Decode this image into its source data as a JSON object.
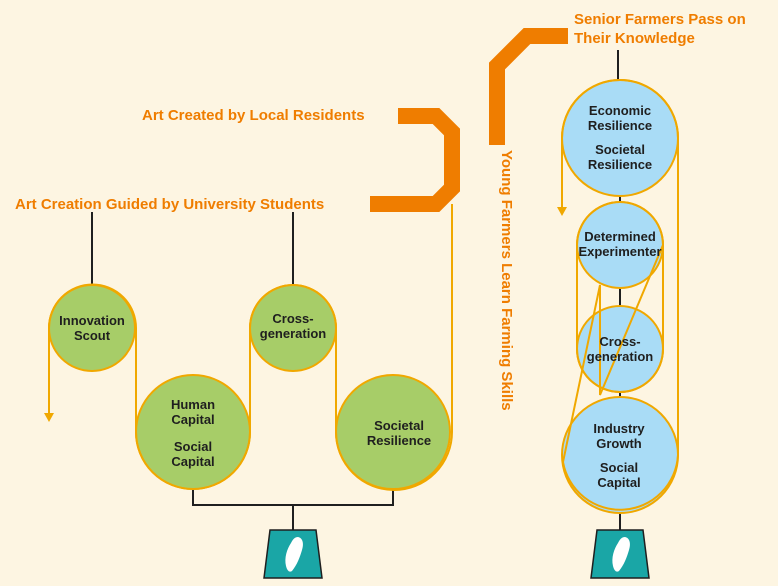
{
  "colors": {
    "background": "#fdf5e2",
    "accent_orange": "#ef7d00",
    "flow_line": "#f0a800",
    "green_node": "#a7cd68",
    "blue_node": "#a9dcf6",
    "teal_base": "#1aa6a6"
  },
  "labels": {
    "art_local": "Art Created by Local Residents",
    "art_students": "Art Creation Guided by University Students",
    "young_farmers": "Young Farmers Learn Farming Skills",
    "senior_line1": "Senior Farmers Pass on",
    "senior_line2": "Their Knowledge"
  },
  "left_nodes": {
    "innovation": {
      "line1": "Innovation",
      "line2": "Scout"
    },
    "cross": {
      "line1": "Cross-",
      "line2": "generation"
    },
    "human_social": {
      "line1": "Human",
      "line2": "Capital",
      "line3": "Social",
      "line4": "Capital"
    },
    "societal": {
      "line1": "Societal",
      "line2": "Resilience"
    }
  },
  "right_nodes": {
    "economic_societal": {
      "line1": "Economic",
      "line2": "Resilience",
      "line3": "Societal",
      "line4": "Resilience"
    },
    "determined": {
      "line1": "Determined",
      "line2": "Experimenter"
    },
    "cross": {
      "line1": "Cross-",
      "line2": "generation"
    },
    "industry_social": {
      "line1": "Industry",
      "line2": "Growth",
      "line3": "Social",
      "line4": "Capital"
    }
  },
  "icons": {
    "left_base": "taiwan-map-icon",
    "right_base": "taiwan-map-icon"
  }
}
